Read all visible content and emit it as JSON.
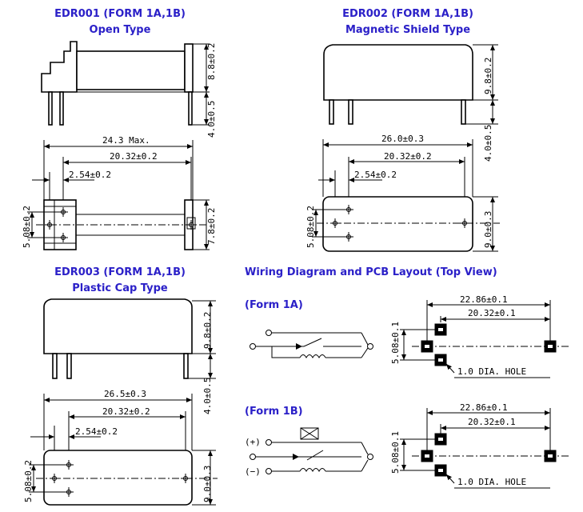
{
  "edr001": {
    "title": "EDR001 (FORM 1A,1B)",
    "subtitle": "Open Type",
    "dims": {
      "height": "8.8±0.2",
      "pin": "4.0±0.5",
      "length": "24.3 Max.",
      "pitch": "20.32±0.2",
      "offset": "2.54±0.2",
      "row": "5.08±0.2",
      "width": "7.8±0.2"
    }
  },
  "edr002": {
    "title": "EDR002 (FORM 1A,1B)",
    "subtitle": "Magnetic Shield Type",
    "dims": {
      "height": "9.8±0.2",
      "pin": "4.0±0.5",
      "length": "26.0±0.3",
      "pitch": "20.32±0.2",
      "offset": "2.54±0.2",
      "row": "5.08±0.2",
      "width": "9.0±0.3"
    }
  },
  "edr003": {
    "title": "EDR003 (FORM 1A,1B)",
    "subtitle": "Plastic Cap Type",
    "dims": {
      "height": "9.8±0.2",
      "pin": "4.0±0.5",
      "length": "26.5±0.3",
      "pitch": "20.32±0.2",
      "offset": "2.54±0.2",
      "row": "5.08±0.2",
      "width": "9.0±0.3"
    }
  },
  "wiring": {
    "title": "Wiring Diagram and PCB Layout (Top View)",
    "form1a": {
      "label": "(Form 1A)",
      "overall": "22.86±0.1",
      "pitch": "20.32±0.1",
      "row": "5.08±0.1",
      "hole": "1.0 DIA. HOLE"
    },
    "form1b": {
      "label": "(Form 1B)",
      "overall": "22.86±0.1",
      "pitch": "20.32±0.1",
      "row": "5.08±0.1",
      "hole": "1.0 DIA. HOLE",
      "plus": "(+)",
      "minus": "(−)"
    }
  }
}
